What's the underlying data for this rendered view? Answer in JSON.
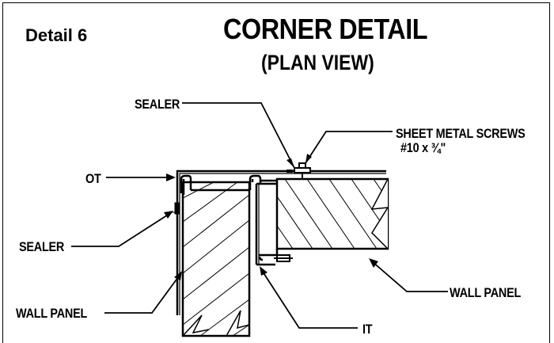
{
  "header": {
    "detail_number": "Detail 6",
    "title": "CORNER DETAIL",
    "subtitle": "(PLAN VIEW)"
  },
  "callouts": {
    "sealer_top": "SEALER",
    "screws_line1": "SHEET METAL SCREWS",
    "screws_line2": "#10 x ¾\"",
    "ot": "OT",
    "sealer_left": "SEALER",
    "wall_panel_right": "WALL PANEL",
    "wall_panel_left": "WALL PANEL",
    "it": "IT"
  },
  "colors": {
    "ink": "#000000",
    "paper": "#ffffff"
  }
}
